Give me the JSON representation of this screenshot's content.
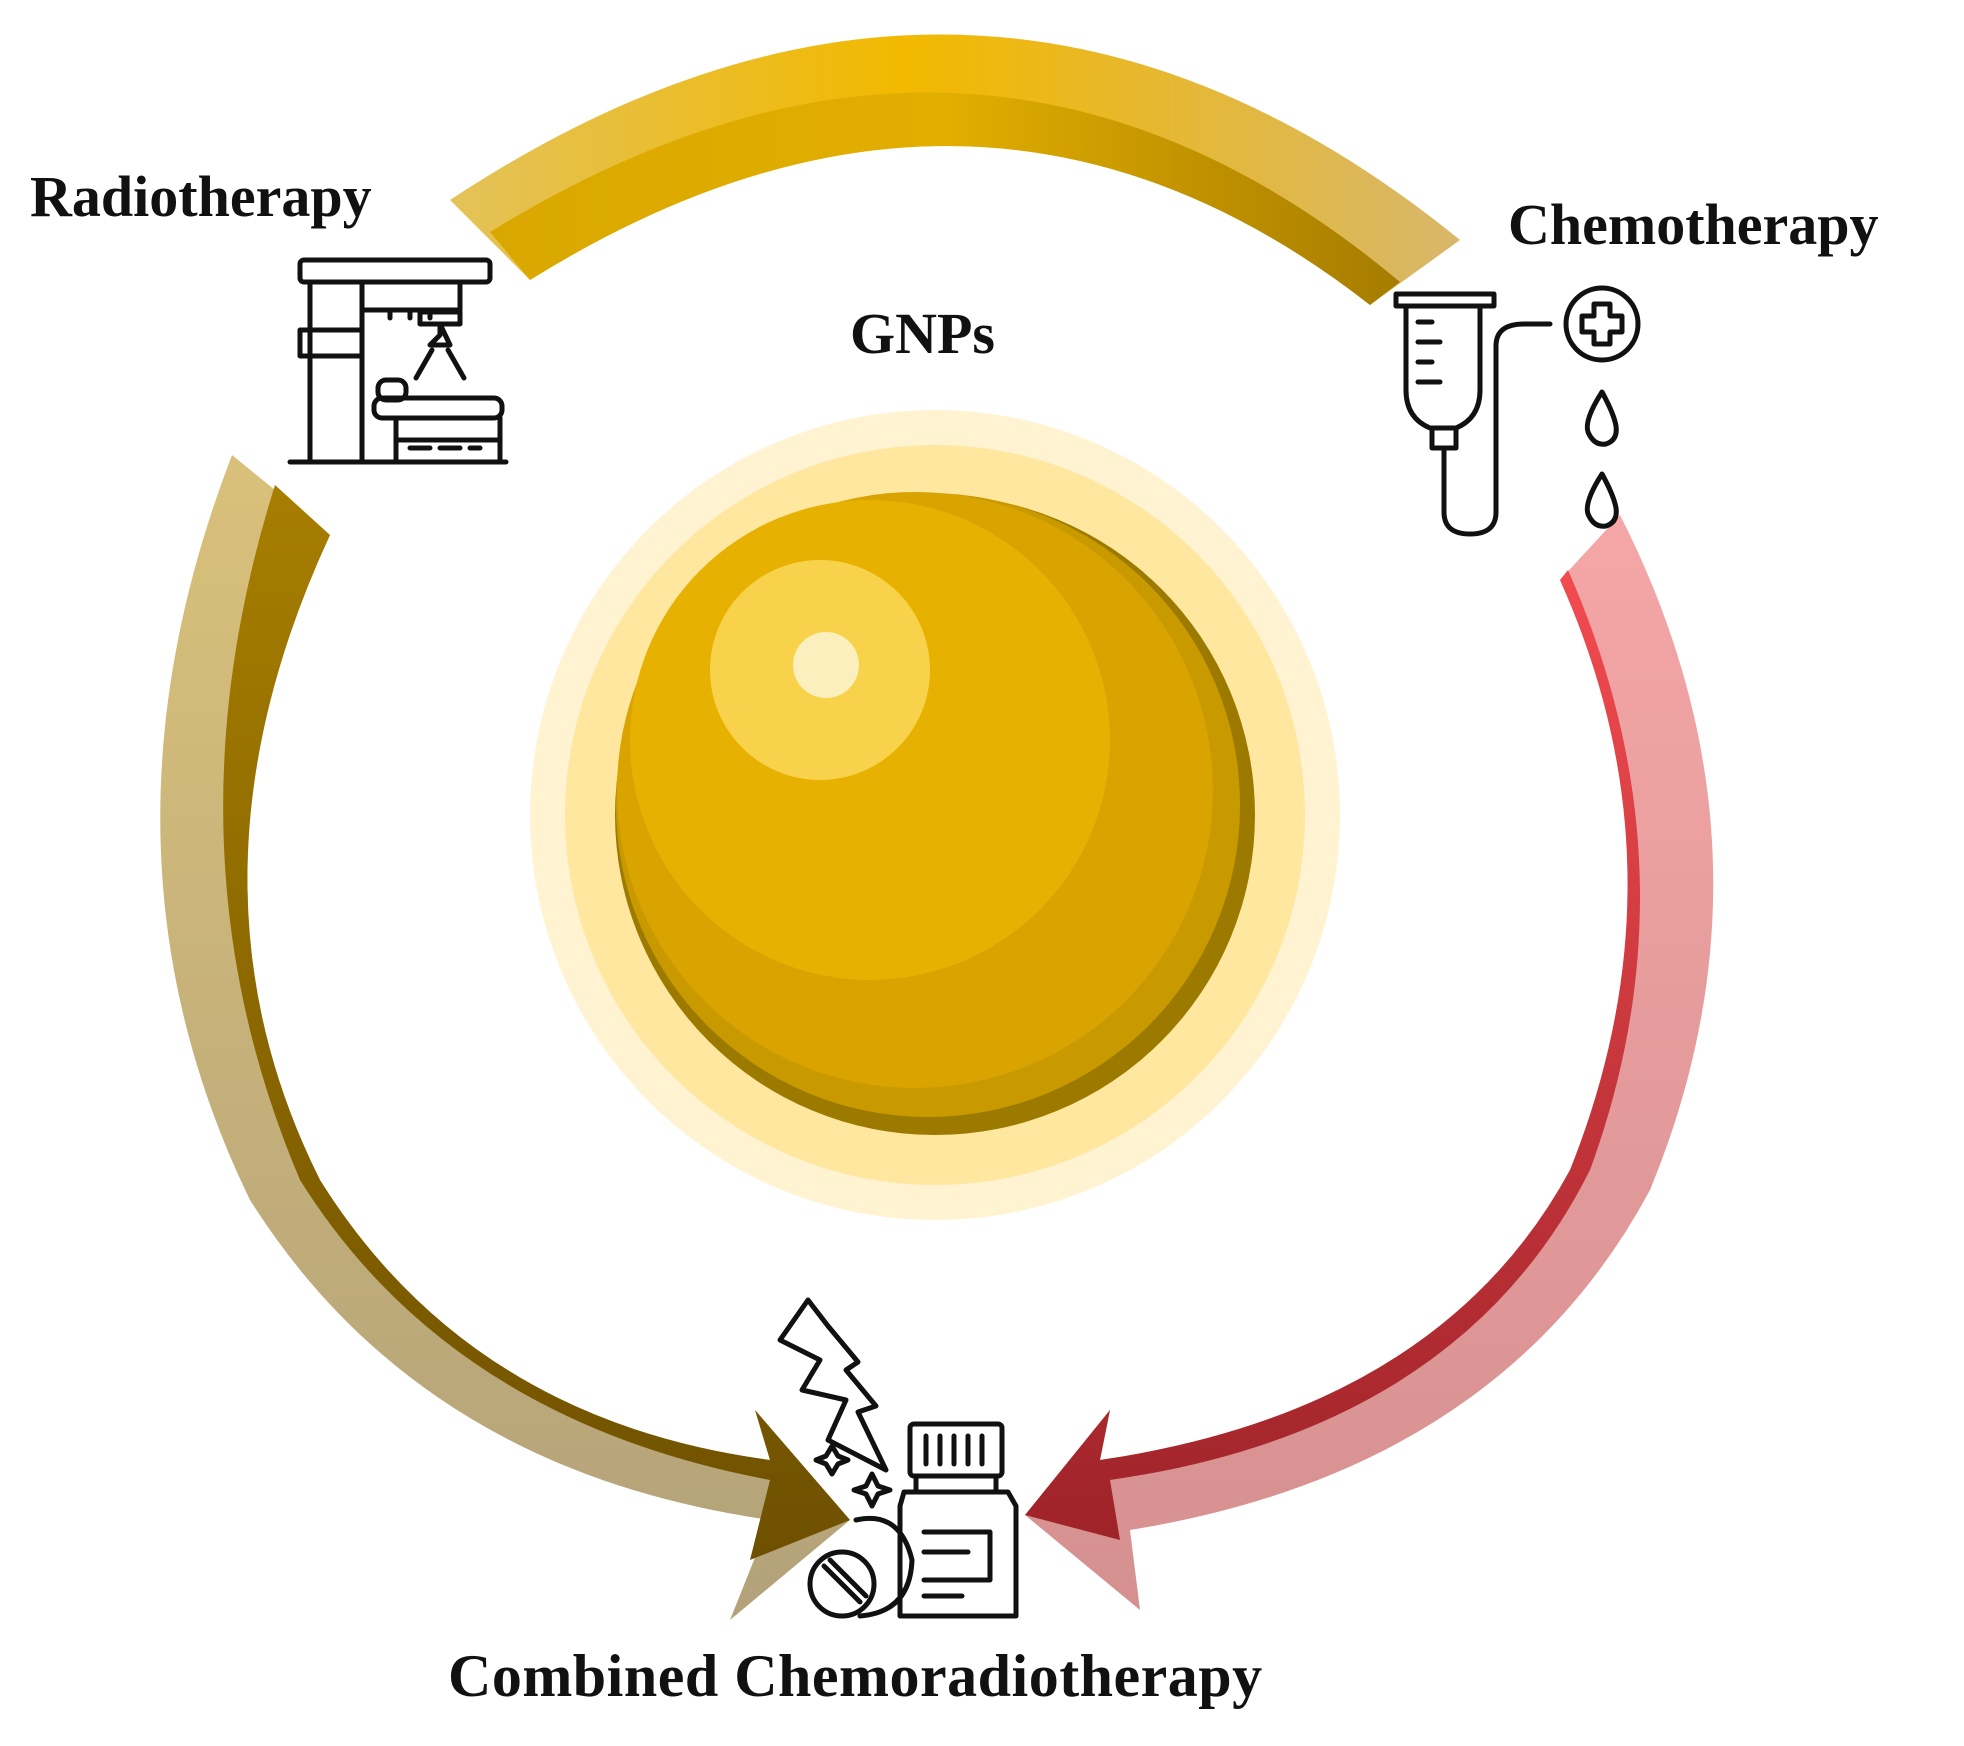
{
  "labels": {
    "radiotherapy": "Radiotherapy",
    "chemotherapy": "Chemotherapy",
    "gnps": "GNPs",
    "combined": "Combined Chemoradiotherapy"
  },
  "icons": {
    "radiotherapy": "radiotherapy-machine-icon",
    "chemotherapy": "iv-drip-icon",
    "combined": "medicine-bottle-lightning-icon"
  },
  "colors": {
    "gold_light": "#F2D98A",
    "gold": "#E8B400",
    "gold_dark": "#A87E00",
    "brown": "#8C6A00",
    "brown_dark": "#6A4E00",
    "tan": "#C9B277",
    "red": "#E8394A",
    "red_dark": "#A02730",
    "pink": "#E9A0A4",
    "glow": "#FFE9A8"
  }
}
